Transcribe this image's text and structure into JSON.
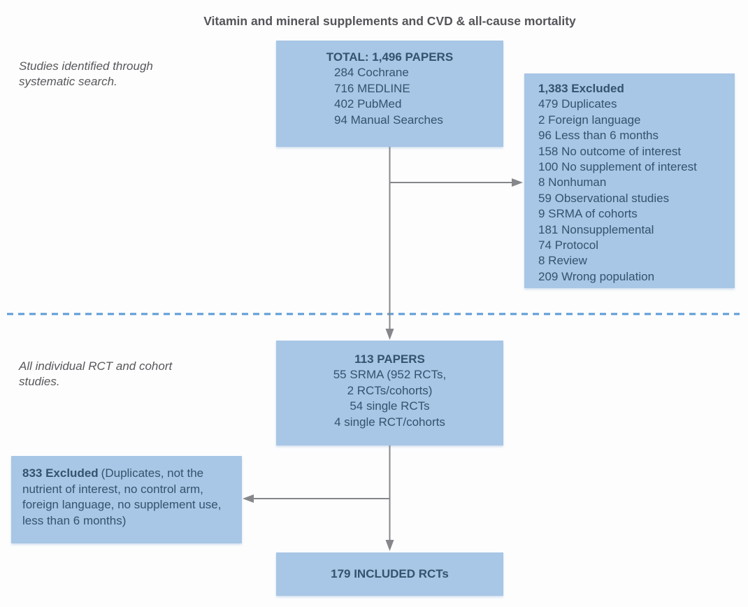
{
  "title": "Vitamin and mineral supplements and CVD & all-cause mortality",
  "notes": {
    "search": "Studies identified through systematic search.",
    "rct": "All individual RCT and cohort studies."
  },
  "boxes": {
    "total": {
      "header": "TOTAL: 1,496 PAPERS",
      "items": [
        "284 Cochrane",
        "716 MEDLINE",
        "402 PubMed",
        "94 Manual Searches"
      ]
    },
    "excluded_search": {
      "header": "1,383 Excluded",
      "items": [
        "479 Duplicates",
        "2 Foreign language",
        "96 Less than 6 months",
        "158 No outcome of interest",
        "100 No supplement of interest",
        "8 Nonhuman",
        "59 Observational studies",
        "9 SRMA of cohorts",
        "181 Nonsupplemental",
        "74 Protocol",
        "8 Review",
        "209 Wrong population"
      ]
    },
    "papers": {
      "header": "113 PAPERS",
      "items": [
        "55 SRMA (952 RCTs,",
        "2 RCTs/cohorts)",
        "54 single RCTs",
        "4 single RCT/cohorts"
      ]
    },
    "excluded_rct": {
      "header": "833 Excluded",
      "detail": "(Duplicates, not the nutrient of interest, no control arm, foreign language, no supplement use, less than 6 months)"
    },
    "included": {
      "header": "179 INCLUDED RCTs"
    }
  },
  "colors": {
    "box_fill": "#a8c6e5",
    "box_text": "#33536e",
    "title_text": "#545559",
    "note_text": "#56585b",
    "arrow": "#85878a",
    "dashed_line": "#5b9bd5",
    "background": "#fdfdfe"
  }
}
